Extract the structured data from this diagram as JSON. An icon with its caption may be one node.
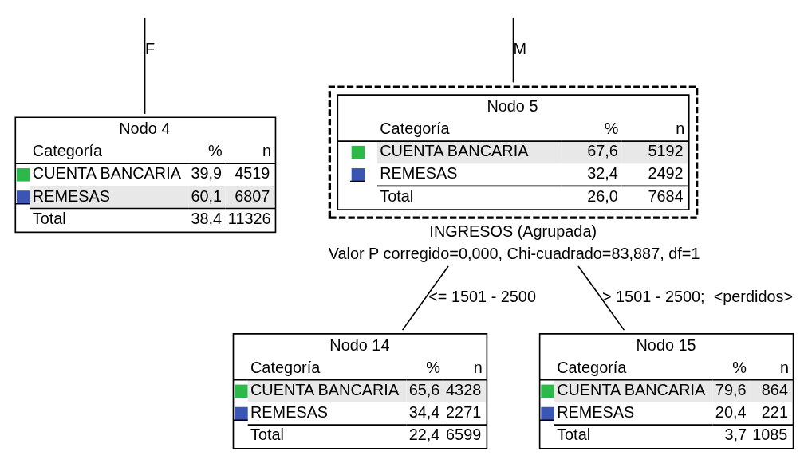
{
  "diagram": {
    "nodes": [
      {
        "text": [
          "Nodo 4",
          "Categoría",
          "%",
          "n",
          "CUENTA BANCARIA",
          "39,9",
          "4519",
          "REMESAS",
          "60,1",
          "6807",
          "Total",
          "38,4",
          "11326"
        ]
      },
      {
        "text": [
          "Nodo 5",
          "Categoría",
          "%",
          "n",
          "CUENTA BANCARIA",
          "67,6",
          "5192",
          "REMESAS",
          "32,4",
          "2492",
          "Total",
          "26,0",
          "7684"
        ],
        "beside": [
          "INGRESOS (Agrupada)",
          "Valor P corregido=0,000, Chi-cuadrado=83,887, df=1"
        ]
      },
      {
        "text": [
          "Nodo 14",
          "Categoría",
          "%",
          "n",
          "CUENTA BANCARIA",
          "65,6",
          "4328",
          "REMESAS",
          "34,4",
          "2271",
          "Total",
          "22,4",
          "6599"
        ]
      },
      {
        "text": [
          "Nodo 15",
          "Categoría",
          "%",
          "n",
          "CUENTA BANCARIA",
          "79,6",
          "864",
          "REMESAS",
          "20,4",
          "221",
          "Total",
          "3,7",
          "1085"
        ]
      }
    ],
    "edges": [
      {
        "from": null,
        "to": 0,
        "arrow": "none",
        "label": "F"
      },
      {
        "from": null,
        "to": 1,
        "arrow": "none",
        "label": "M"
      },
      {
        "from": 1,
        "to": 2,
        "arrow": "none",
        "label": "<= 1501 - 2500"
      },
      {
        "from": 1,
        "to": 3,
        "arrow": "none",
        "label": "> 1501 - 2500;  <perdidos>"
      }
    ]
  }
}
